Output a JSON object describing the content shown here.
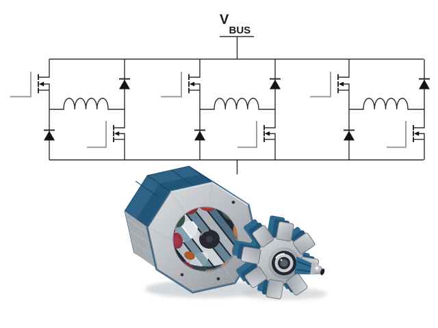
{
  "bus_label": {
    "symbol": "V",
    "subscript": "BUS"
  },
  "schematic": {
    "phase_count": "3",
    "colors": {
      "wire": "#2b2b2b",
      "gate_lead": "#8d8d8d",
      "component_fill": "#141414"
    }
  },
  "photo": {
    "stator_part": "stator-core-with-windings",
    "rotor_part": "rotor-with-shaft-and-bearing",
    "colors": {
      "steel_blue": "#2e6286",
      "silver": "#c9ccd0",
      "copper_orange": "#c9742f",
      "winding_red": "#a43539",
      "winding_green": "#3c5b4b",
      "winding_maroon": "#7e2d3a",
      "bore_dark": "#1e2832",
      "shadow": "#b3b9bf"
    }
  }
}
